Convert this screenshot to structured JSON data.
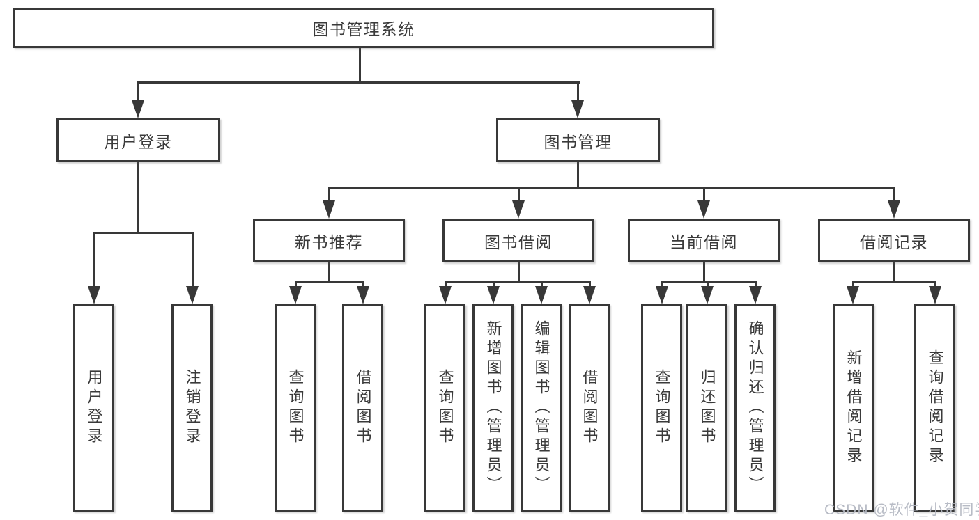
{
  "tree": {
    "label": "图书管理系统",
    "children": [
      {
        "label": "用户登录",
        "children": [
          {
            "label": "用户登录"
          },
          {
            "label": "注销登录"
          }
        ]
      },
      {
        "label": "图书管理",
        "children": [
          {
            "label": "新书推荐",
            "children": [
              {
                "label": "查询图书"
              },
              {
                "label": "借阅图书"
              }
            ]
          },
          {
            "label": "图书借阅",
            "children": [
              {
                "label": "查询图书"
              },
              {
                "label": "新增图书（管理员）"
              },
              {
                "label": "编辑图书（管理员）"
              },
              {
                "label": "借阅图书"
              }
            ]
          },
          {
            "label": "当前借阅",
            "children": [
              {
                "label": "查询图书"
              },
              {
                "label": "归还图书"
              },
              {
                "label": "确认归还（管理员）"
              }
            ]
          },
          {
            "label": "借阅记录",
            "children": [
              {
                "label": "新增借阅记录"
              },
              {
                "label": "查询借阅记录"
              }
            ]
          }
        ]
      }
    ]
  },
  "watermark": {
    "text": "CSDN @软件_小贺同学"
  },
  "colors": {
    "line": "#383838",
    "text": "#3a3a3a",
    "background": "#ffffff",
    "watermark": "#b4b8c2"
  }
}
